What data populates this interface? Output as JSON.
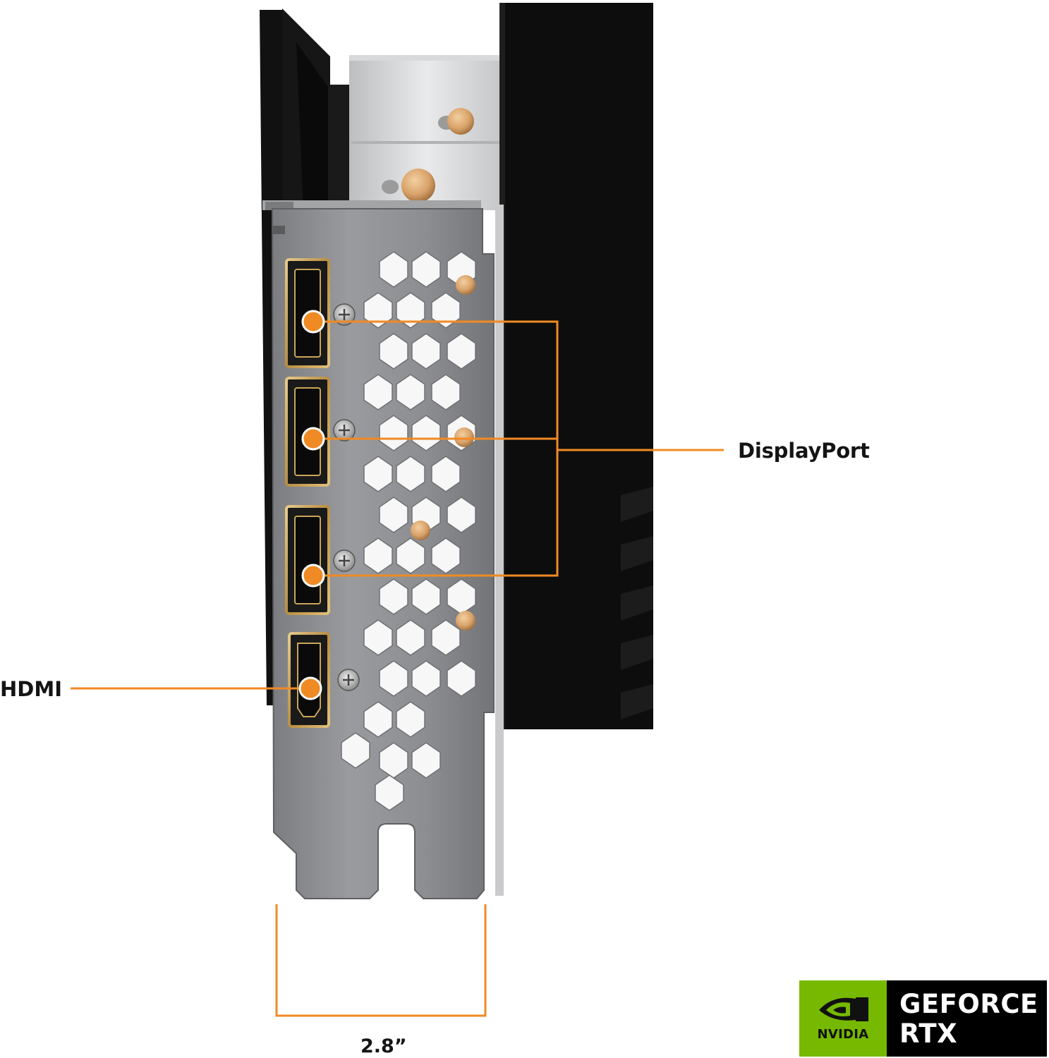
{
  "labels": {
    "displayport": "DisplayPort",
    "hdmi": "HDMI",
    "bracket_width": "2.8”"
  },
  "badge": {
    "brand": "NVIDIA",
    "line1": "GEFORCE",
    "line2": "RTX"
  },
  "colors": {
    "callout": "#f08a24",
    "bracket_metal": "#8f9092",
    "heatsink_black": "#0d0d0d",
    "nvidia_green": "#76b900",
    "port_gold": "#c9a55a"
  },
  "icons": {
    "badge_logo": "nvidia-eye-icon"
  }
}
